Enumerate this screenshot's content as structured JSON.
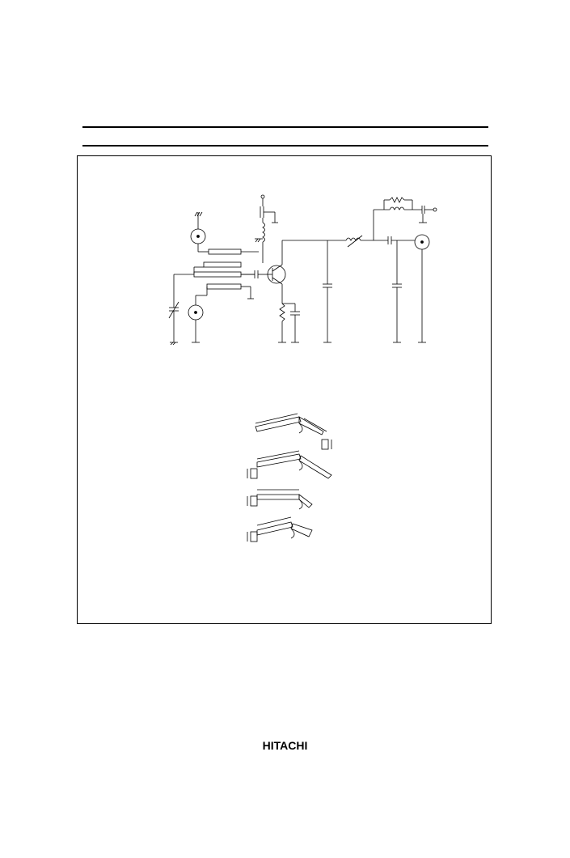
{
  "page": {
    "footer_brand": "HITACHI"
  },
  "figure": {
    "circuit_schematic": {
      "components": [
        "input-connector",
        "output-connector",
        "transistor",
        "stripline-resonators",
        "variable-capacitor",
        "rf-choke",
        "bypass-capacitors",
        "emitter-resistor",
        "tuning-inductor",
        "bias-network"
      ]
    },
    "stripline_details": {
      "count": 4
    }
  }
}
